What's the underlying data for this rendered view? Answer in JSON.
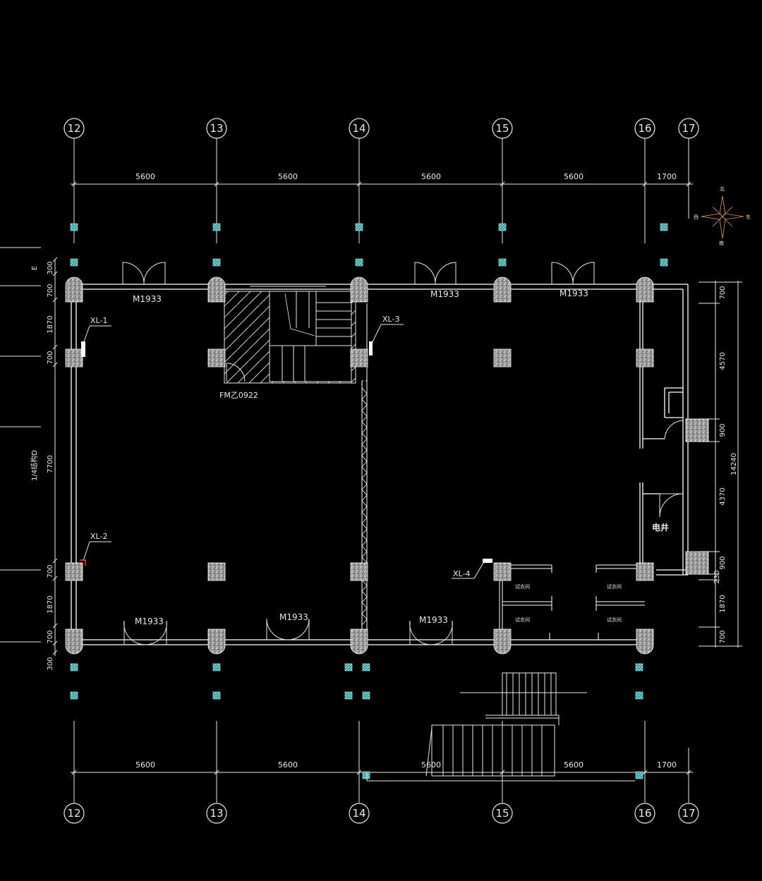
{
  "axis_labels": [
    "12",
    "13",
    "14",
    "15",
    "16",
    "17"
  ],
  "top_dimensions": [
    "5600",
    "5600",
    "5600",
    "5600",
    "1700"
  ],
  "bottom_dimensions": [
    "5600",
    "5600",
    "5600",
    "5600",
    "1700"
  ],
  "right_dimensions": [
    "700",
    "4570",
    "900",
    "4370",
    "900",
    "230",
    "1870",
    "700"
  ],
  "right_total_dimension": "14240",
  "left_dimensions": [
    "300",
    "700",
    "1870",
    "700",
    "7700",
    "700",
    "1870",
    "700",
    "300"
  ],
  "left_axis_tag": "E",
  "left_total_label": "1/4结构D",
  "door_labels": {
    "top_1": "M1933",
    "top_2": "M1933",
    "top_3": "M1933",
    "bottom_1": "M1933",
    "bottom_2": "M1933",
    "bottom_3": "M1933",
    "fire_door": "FM乙0922"
  },
  "column_tags": [
    "XL-1",
    "XL-2",
    "XL-3",
    "XL-4"
  ],
  "rooms": {
    "shaft": "电井",
    "fitting_rooms": [
      "试衣间",
      "试衣间",
      "试衣间",
      "试衣间"
    ]
  },
  "compass": {
    "north": "北",
    "south": "南",
    "west": "西",
    "east": "东"
  },
  "colors": {
    "background": "#000000",
    "line": "#e8e8e8",
    "wall": "#ffffff",
    "hatch_marker": "#7fd4d4",
    "leader": "#ff3030",
    "compass_line": "#d99a5a"
  }
}
